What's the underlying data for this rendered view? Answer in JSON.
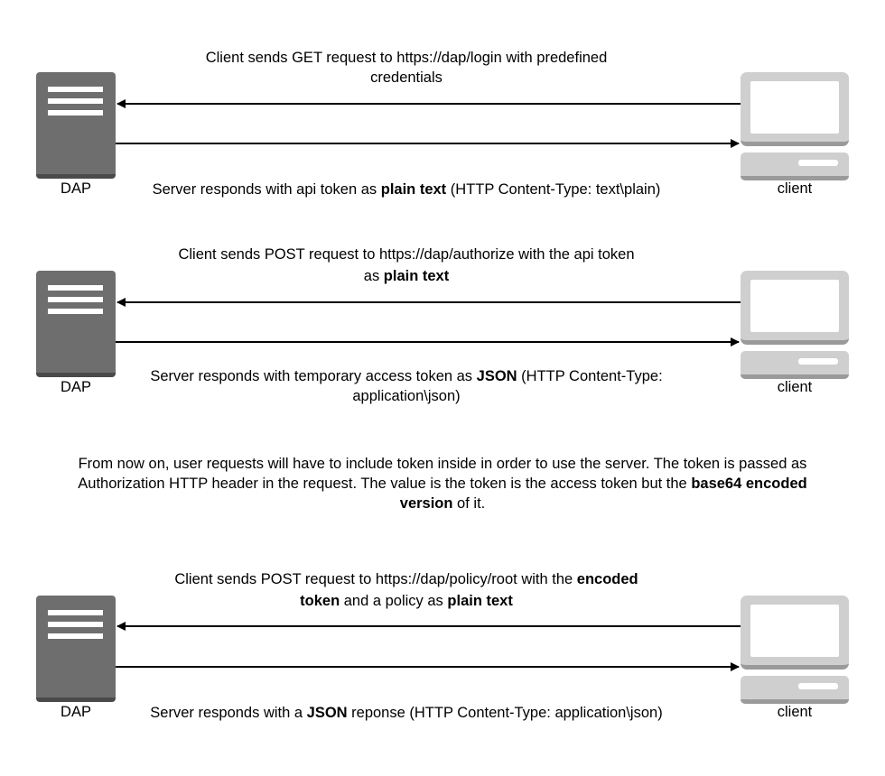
{
  "nodes": {
    "server_label": "DAP",
    "client_label": "client"
  },
  "steps": [
    {
      "request_lines": [
        "Client sends GET request to https://dap/login with predefined",
        "credentials"
      ],
      "response": {
        "pre": "Server responds with api token as ",
        "bold": "plain text",
        "post": " (HTTP Content-Type: text\\plain)"
      }
    },
    {
      "request_line1": "Client sends POST request to https://dap/authorize with the api token",
      "request_line2_pre": "as ",
      "request_line2_bold": "plain text",
      "response_line1_pre": "Server responds with temporary access token as ",
      "response_line1_bold": "JSON",
      "response_line1_post": " (HTTP Content-Type:",
      "response_line2": "application\\json)"
    },
    {
      "request_line1_pre": "Client sends POST request to https://dap/policy/root with the ",
      "request_line1_bold": "encoded",
      "request_line2_bold1": "token",
      "request_line2_mid": " and a policy as ",
      "request_line2_bold2": "plain text",
      "response": {
        "pre": "Server responds with a ",
        "bold": "JSON",
        "post": " reponse (HTTP Content-Type: application\\json)"
      }
    }
  ],
  "note": {
    "line1": "From now on, user requests  will have to include token inside in order to use the server. The token is passed as",
    "line2_pre": "Authorization HTTP header in the request. The value is the token is the access token but the ",
    "line2_bold": "base64 encoded",
    "line3_bold": "version",
    "line3_post": " of it."
  },
  "colors": {
    "server": "#6e6e6e",
    "client": "#cfcfcf",
    "arrow": "#000000"
  }
}
